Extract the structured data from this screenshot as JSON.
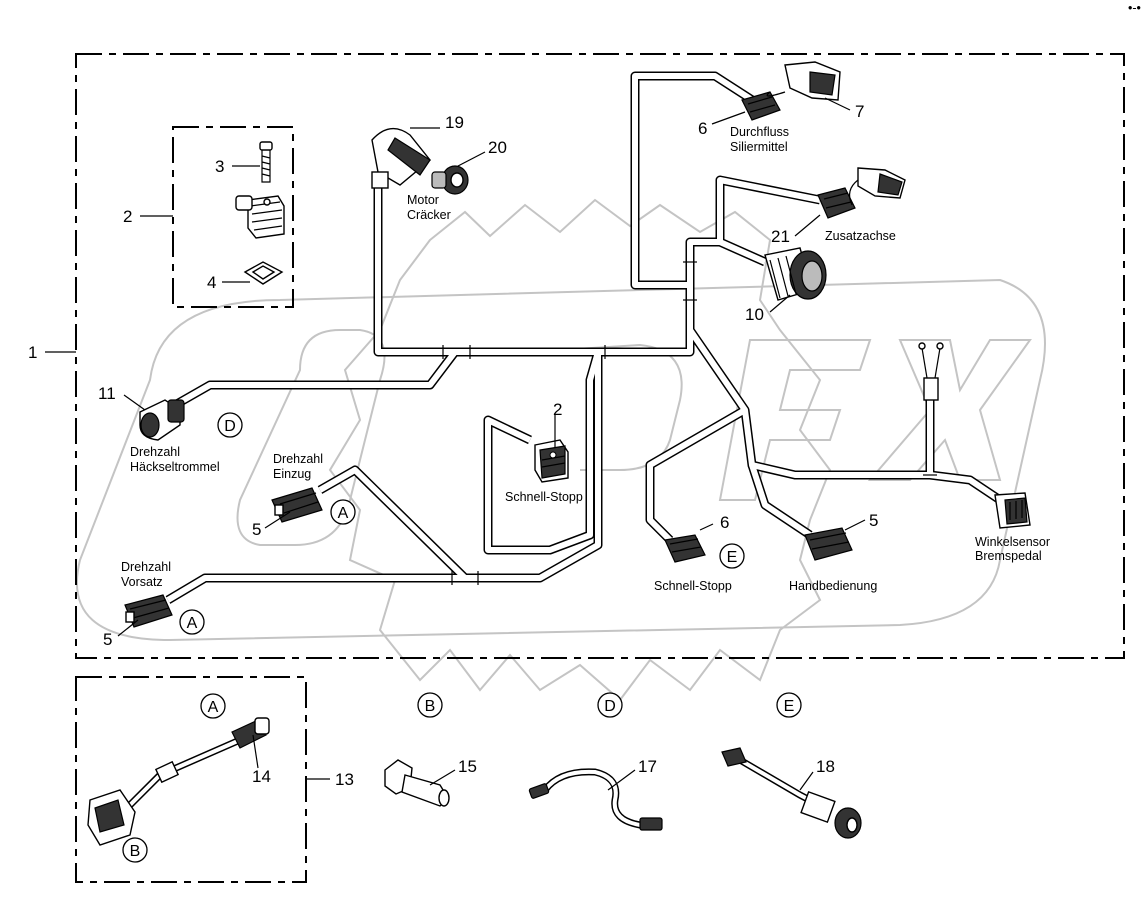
{
  "corner_mark": "•-•",
  "item_numbers": {
    "harness": "1",
    "module_left": "2",
    "screw": "3",
    "gasket": "4",
    "conn_vorsatz": "5",
    "conn_einzug": "5",
    "conn_hand": "5",
    "conn_durchfluss": "6",
    "conn_schnell": "6",
    "plug_durchfluss": "7",
    "round_conn": "10",
    "conn_haecksel": "11",
    "adapter": "13",
    "adapter_part": "14",
    "bolt": "15",
    "cable_d": "17",
    "cable_e": "18",
    "motor_conn": "19",
    "motor_plug": "20",
    "zusatz_conn": "21",
    "module_schnell": "2"
  },
  "labels": {
    "durchfluss_1": "Durchfluss",
    "durchfluss_2": "Siliermittel",
    "motor_1": "Motor",
    "motor_2": "Cräcker",
    "zusatzachse": "Zusatzachse",
    "haecksel_1": "Drehzahl",
    "haecksel_2": "Häckseltrommel",
    "einzug_1": "Drehzahl",
    "einzug_2": "Einzug",
    "schnell_stopp_box": "Schnell-Stopp",
    "vorsatz_1": "Drehzahl",
    "vorsatz_2": "Vorsatz",
    "schnell_stopp": "Schnell-Stopp",
    "handbedienung": "Handbedienung",
    "winkel_1": "Winkelsensor",
    "winkel_2": "Bremspedal"
  },
  "circle_refs": {
    "d_main": "D",
    "a_einzug": "A",
    "a_vorsatz": "A",
    "e_main": "E",
    "a_detail": "A",
    "b_detail": "B",
    "b_header": "B",
    "d_header": "D",
    "e_header": "E"
  }
}
